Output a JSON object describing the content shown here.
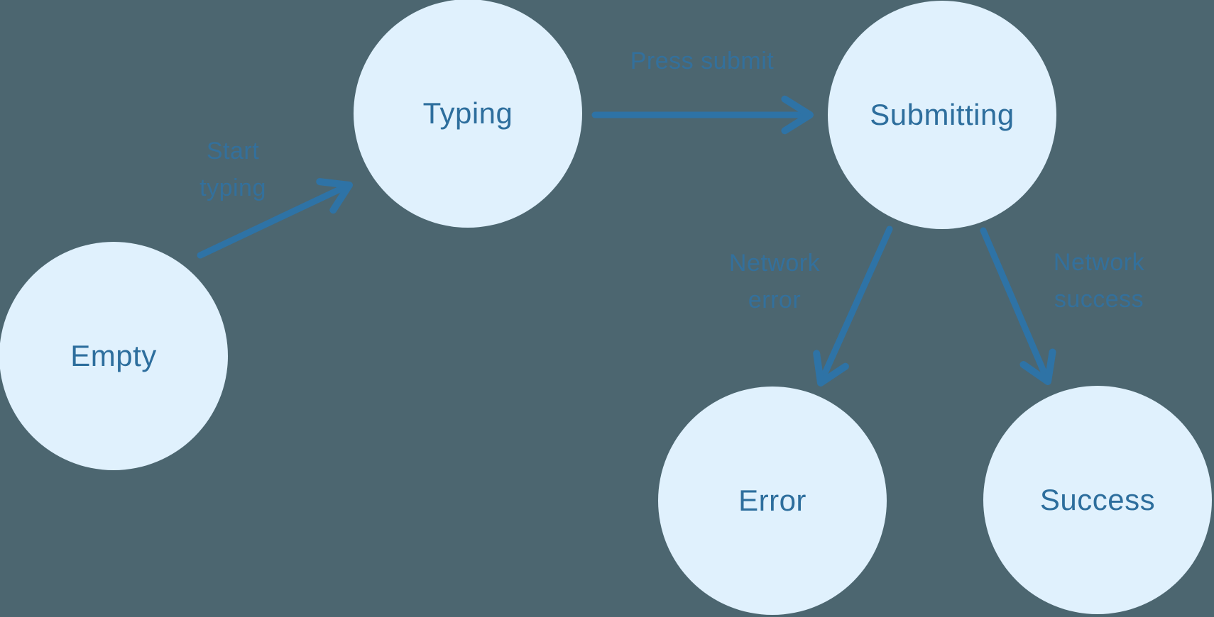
{
  "states": [
    {
      "id": "empty",
      "label": "Empty"
    },
    {
      "id": "typing",
      "label": "Typing"
    },
    {
      "id": "submitting",
      "label": "Submitting"
    },
    {
      "id": "error",
      "label": "Error"
    },
    {
      "id": "success",
      "label": "Success"
    }
  ],
  "transitions": [
    {
      "from": "empty",
      "to": "typing",
      "label": "Start typing",
      "label_lines": [
        "Start",
        "typing"
      ]
    },
    {
      "from": "typing",
      "to": "submitting",
      "label": "Press submit",
      "label_lines": [
        "Press submit"
      ]
    },
    {
      "from": "submitting",
      "to": "error",
      "label": "Network error",
      "label_lines": [
        "Network",
        "error"
      ]
    },
    {
      "from": "submitting",
      "to": "success",
      "label": "Network success",
      "label_lines": [
        "Network",
        "success"
      ]
    }
  ],
  "colors": {
    "background": "#4c6670",
    "node_fill": "#e0f1fd",
    "node_text": "#2d6e9d",
    "arrow": "#2e73a6",
    "edge_label_text": "#2e73a6"
  }
}
